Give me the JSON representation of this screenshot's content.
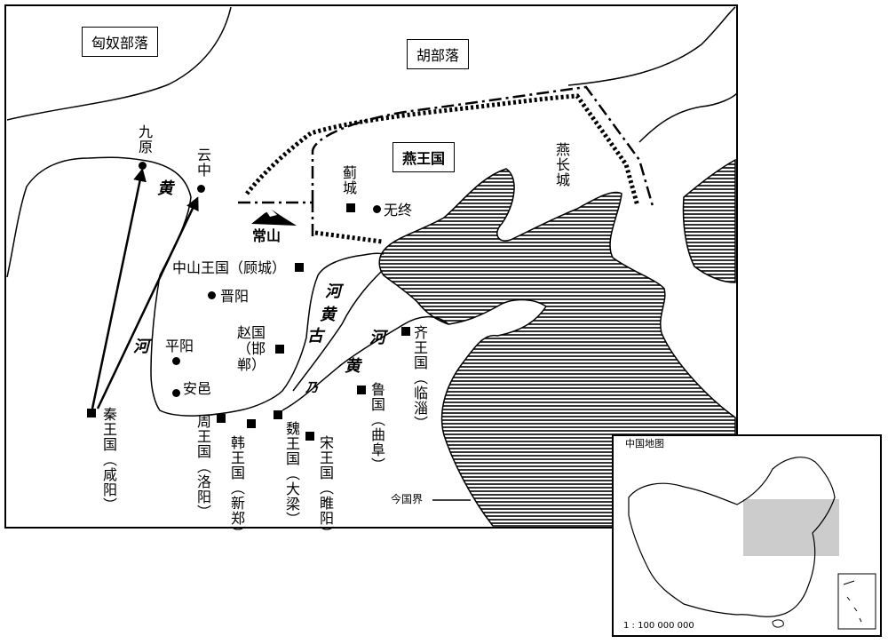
{
  "regions": {
    "xiongnu": "匈奴部落",
    "hu": "胡部落",
    "yan": "燕王国"
  },
  "great_wall_label": "燕长城",
  "mountain_label": "常山",
  "rivers": {
    "huang1": "黄",
    "he1": "河",
    "gu_huang_he": [
      "河",
      "黄",
      "古"
    ],
    "he2": "河",
    "huang2": "黄",
    "wu": "乃"
  },
  "cities": {
    "jiuyuan": "九原",
    "yunzhong": "云中",
    "jicheng": "蓟城",
    "wuzhong": "无终",
    "zhongshan": "中山王国（顾城）",
    "jinyang": "晋阳",
    "zhao": "赵国（邯郸）",
    "pingyang": "平阳",
    "anyi": "安邑",
    "qi": "齐王国（临淄）",
    "lu": "鲁国（曲阜）",
    "qin": "秦王国（咸阳）",
    "zhou": "周王国（洛阳）",
    "han": "韩王国（新郑）",
    "wei": "魏王国（大梁）",
    "song": "宋王国（睢阳）"
  },
  "legend": {
    "boundary": "今国界"
  },
  "inset": {
    "title": "中国地图",
    "scale": "1 : 100 000 000"
  },
  "colors": {
    "ink": "#000000",
    "paper": "#ffffff",
    "highlight": "#cccccc"
  }
}
